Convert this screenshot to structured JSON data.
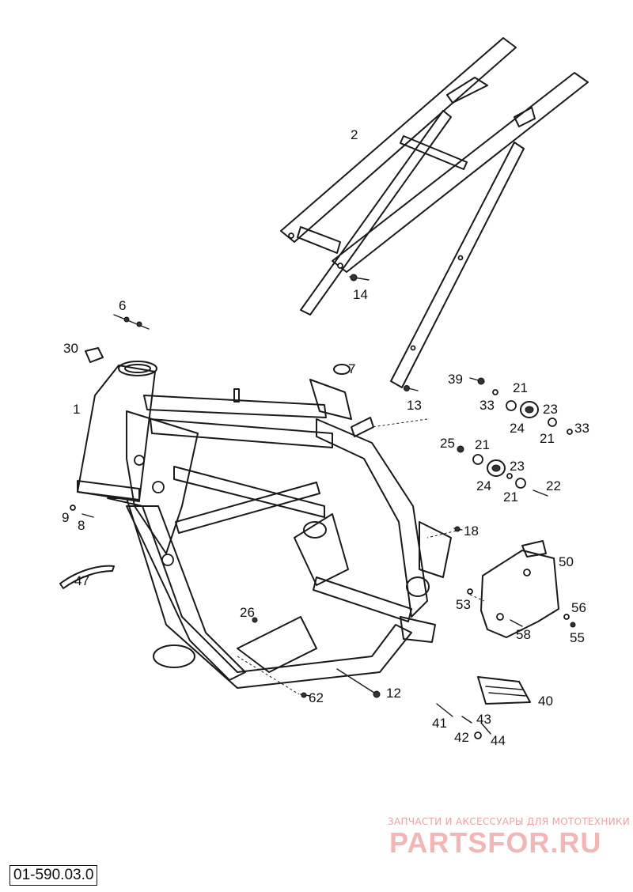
{
  "diagram": {
    "callouts": {
      "c1": "1",
      "c2": "2",
      "c6": "6",
      "c7": "7",
      "c8": "8",
      "c9": "9",
      "c12": "12",
      "c13": "13",
      "c14": "14",
      "c18": "18",
      "c21a": "21",
      "c21b": "21",
      "c21c": "21",
      "c21d": "21",
      "c22": "22",
      "c23a": "23",
      "c23b": "23",
      "c24a": "24",
      "c24b": "24",
      "c25": "25",
      "c26": "26",
      "c30": "30",
      "c33a": "33",
      "c33b": "33",
      "c39": "39",
      "c40": "40",
      "c41": "41",
      "c42": "42",
      "c43": "43",
      "c44": "44",
      "c47": "47",
      "c50": "50",
      "c53": "53",
      "c55": "55",
      "c56": "56",
      "c58": "58",
      "c62": "62"
    },
    "diagram_code": "01-590.03.0"
  },
  "watermark": {
    "tagline": "ЗАПЧАСТИ И АКСЕССУАРЫ ДЛЯ МОТОТЕХНИКИ",
    "brand": "PARTSFOR.RU"
  },
  "colors": {
    "line": "#1a1a1a",
    "watermark": "#f2b6b6",
    "background": "#ffffff"
  }
}
